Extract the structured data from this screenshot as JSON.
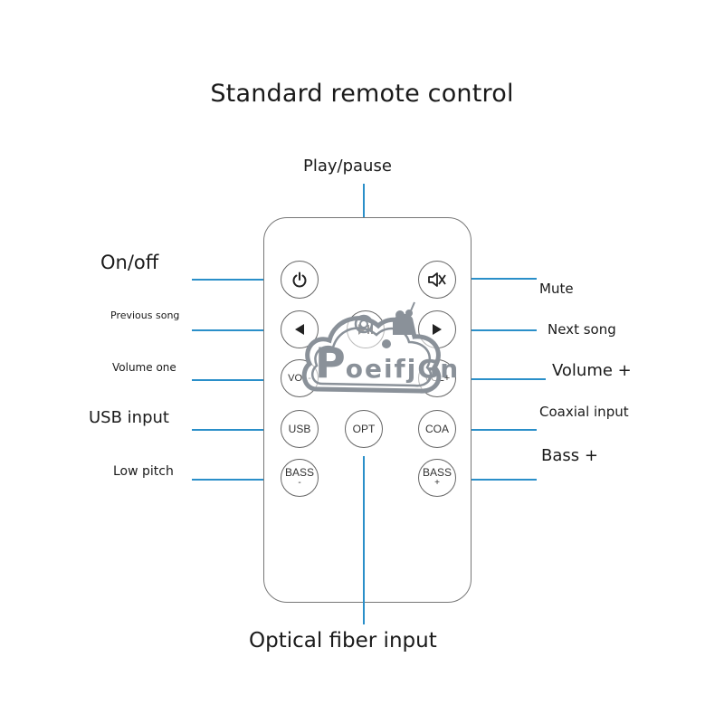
{
  "title": "Standard remote control",
  "labels": {
    "play_pause": "Play/pause",
    "on_off": "On/off",
    "previous_song": "Previous song",
    "volume_minus": "Volume one",
    "usb_input": "USB input",
    "low_pitch": "Low pitch",
    "mute": "Mute",
    "next_song": "Next song",
    "volume_plus": "Volume +",
    "coaxial_input": "Coaxial input",
    "bass_plus": "Bass +",
    "optical_input": "Optical fiber input"
  },
  "buttons": {
    "vol_minus": "VOL-",
    "vol_plus": "VOL+",
    "usb": "USB",
    "opt": "OPT",
    "coa": "COA",
    "bass": "BASS",
    "bass_minus_sign": "-",
    "bass_plus_sign": "+"
  },
  "icons": {
    "power": "power-icon",
    "mute": "speaker-mute-icon",
    "prev": "triangle-left-icon",
    "play": "play-pause-icon",
    "next": "triangle-right-icon"
  },
  "watermark": "PoeifjGn",
  "colors": {
    "leader_line": "#2a8fc9",
    "remote_outline": "#777777",
    "watermark": "#8a9199"
  }
}
